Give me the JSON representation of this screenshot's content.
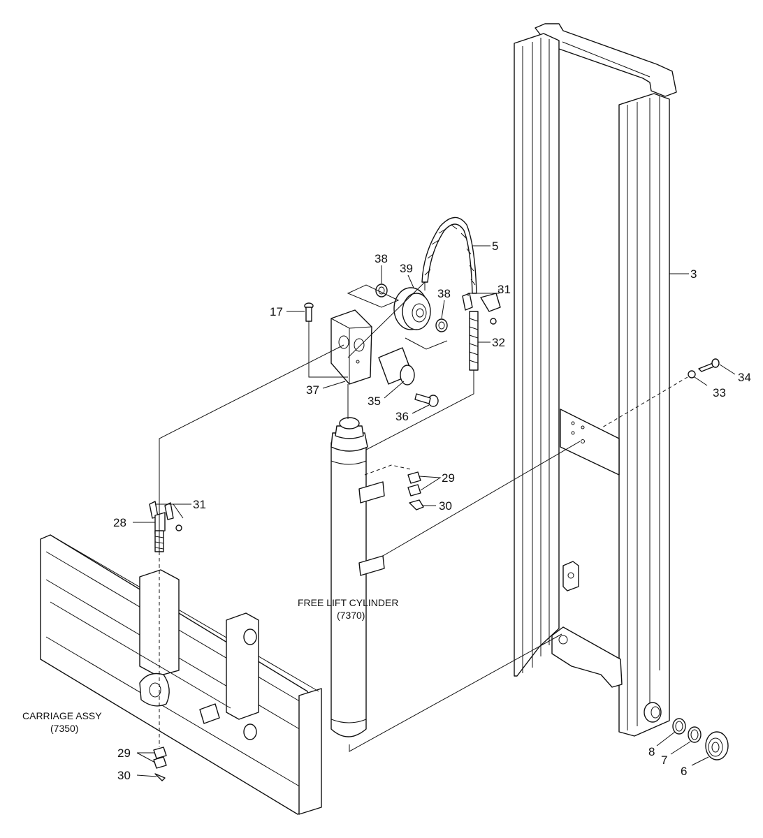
{
  "diagram": {
    "callouts": [
      {
        "id": "c5",
        "text": "5"
      },
      {
        "id": "c3",
        "text": "3"
      },
      {
        "id": "c38a",
        "text": "38"
      },
      {
        "id": "c39",
        "text": "39"
      },
      {
        "id": "c38b",
        "text": "38"
      },
      {
        "id": "c31a",
        "text": "31"
      },
      {
        "id": "c17",
        "text": "17"
      },
      {
        "id": "c32",
        "text": "32"
      },
      {
        "id": "c37",
        "text": "37"
      },
      {
        "id": "c35",
        "text": "35"
      },
      {
        "id": "c36",
        "text": "36"
      },
      {
        "id": "c33",
        "text": "33"
      },
      {
        "id": "c34",
        "text": "34"
      },
      {
        "id": "c29a",
        "text": "29"
      },
      {
        "id": "c30a",
        "text": "30"
      },
      {
        "id": "c31b",
        "text": "31"
      },
      {
        "id": "c28",
        "text": "28"
      },
      {
        "id": "c29b",
        "text": "29"
      },
      {
        "id": "c30b",
        "text": "30"
      },
      {
        "id": "c8",
        "text": "8"
      },
      {
        "id": "c7",
        "text": "7"
      },
      {
        "id": "c6",
        "text": "6"
      }
    ],
    "captions": {
      "cylinder_name": "FREE LIFT CYLINDER",
      "cylinder_ref": "(7370)",
      "carriage_name": "CARRIAGE ASSY",
      "carriage_ref": "(7350)"
    }
  }
}
